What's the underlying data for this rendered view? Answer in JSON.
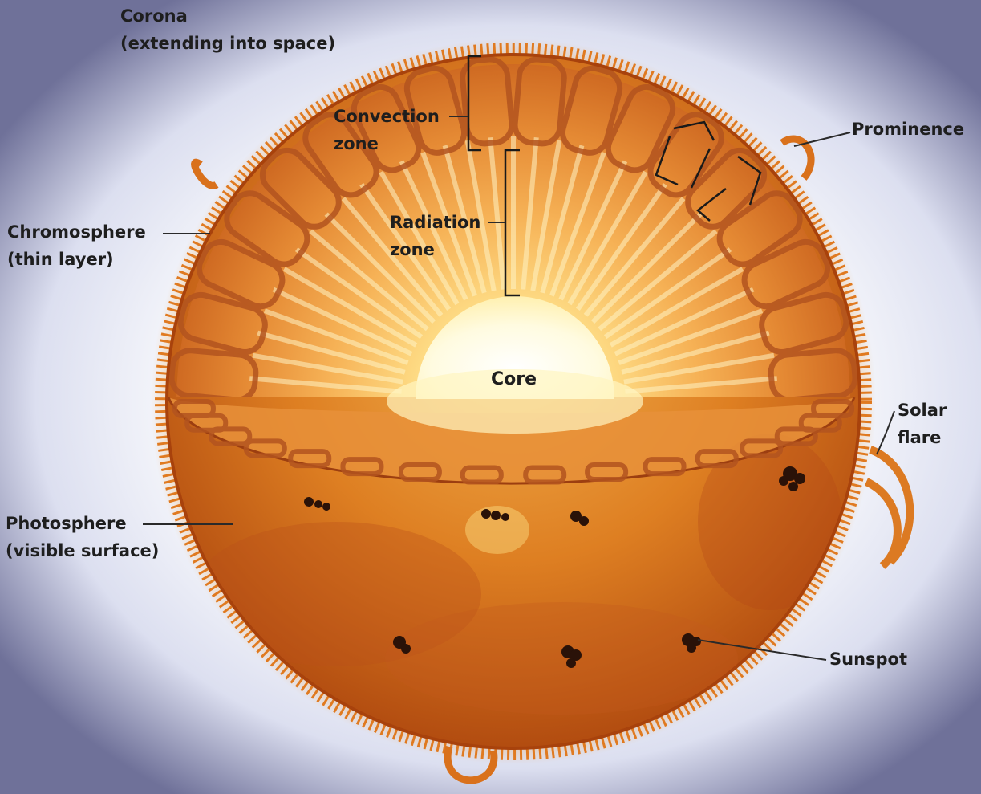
{
  "labels": {
    "corona": [
      "Corona",
      "(extending into space)"
    ],
    "convection_zone": [
      "Convection",
      "zone"
    ],
    "prominence": [
      "Prominence"
    ],
    "radiation_zone": [
      "Radiation",
      "zone"
    ],
    "chromosphere": [
      "Chromosphere",
      "(thin layer)"
    ],
    "core": [
      "Core"
    ],
    "solar_flare": [
      "Solar",
      "flare"
    ],
    "photosphere": [
      "Photosphere",
      "(visible surface)"
    ],
    "sunspot": [
      "Sunspot"
    ]
  },
  "colors": {
    "sun_surface": "#d9791a",
    "sun_dark": "#a8420c",
    "cut_face": "#f0a24a",
    "core": "#fffbe0",
    "convection_cells": "#b85a22",
    "sunspots": "#2a1208",
    "leader_lines": "#2a2a2a"
  }
}
